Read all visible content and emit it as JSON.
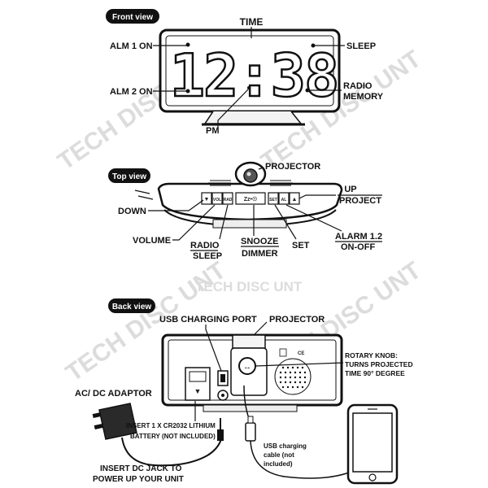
{
  "sections": {
    "front": "Front view",
    "top": "Top view",
    "back": "Back view"
  },
  "front": {
    "display_time": "12:38",
    "time": "TIME",
    "alm1": "ALM 1 ON",
    "alm2": "ALM 2 ON",
    "pm": "PM",
    "sleep": "SLEEP",
    "radio": "RADIO",
    "memory": "MEMORY"
  },
  "top": {
    "projector": "PROJECTOR",
    "up": "UP",
    "project": "PROJECT",
    "down": "DOWN",
    "volume": "VOLUME",
    "radio": "RADIO",
    "sleep": "SLEEP",
    "snooze": "SNOOZE",
    "dimmer": "DIMMER",
    "set": "SET",
    "alarm": "ALARM 1.2",
    "onoff": "ON-OFF",
    "btn_snooze": "Zz•☉"
  },
  "watermark": "TECH DISC UNT",
  "back": {
    "usb_port": "USB CHARGING PORT",
    "projector": "PROJECTOR",
    "rotary1": "ROTARY KNOB:",
    "rotary2": "TURNS PROJECTED",
    "rotary3": "TIME 90° DEGREE",
    "adaptor": "AC/ DC ADAPTOR",
    "battery1": "INSERT 1 X CR2032 LITHIUM",
    "battery2": "BATTERY (NOT INCLUDED)",
    "usb_cable1": "USB charging",
    "usb_cable2": "cable (not",
    "usb_cable3": "included)",
    "dc1": "INSERT DC JACK TO",
    "dc2": "POWER UP YOUR UNIT"
  },
  "colors": {
    "ink": "#111111",
    "pill": "#111111",
    "watermark": "#d9d9d9"
  },
  "icons": [
    "lcd-digit",
    "projector-lens",
    "speaker-grille",
    "usb-port",
    "dc-socket",
    "battery-compartment",
    "adaptor-plug",
    "smartphone"
  ]
}
